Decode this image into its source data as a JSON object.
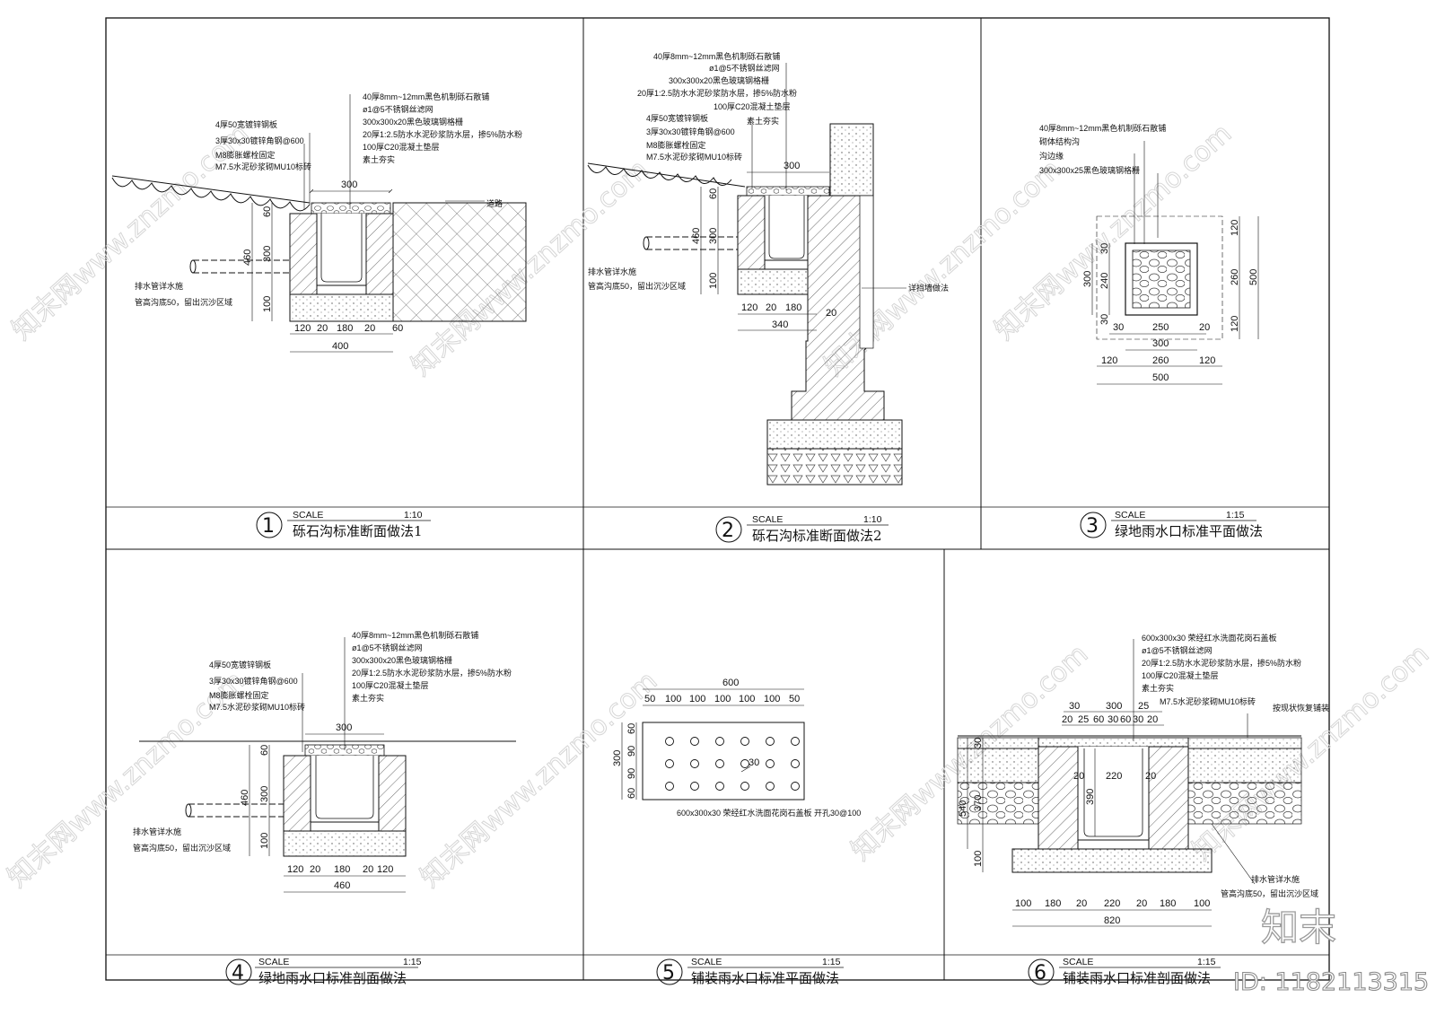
{
  "panels": [
    {
      "id": "1",
      "scale_label": "SCALE",
      "scale": "1:10",
      "title": "砾石沟标准断面做法1"
    },
    {
      "id": "2",
      "scale_label": "SCALE",
      "scale": "1:10",
      "title": "砾石沟标准断面做法2"
    },
    {
      "id": "3",
      "scale_label": "SCALE",
      "scale": "1:15",
      "title": "绿地雨水口标准平面做法"
    },
    {
      "id": "4",
      "scale_label": "SCALE",
      "scale": "1:15",
      "title": "绿地雨水口标准剖面做法"
    },
    {
      "id": "5",
      "scale_label": "SCALE",
      "scale": "1:15",
      "title": "铺装雨水口标准平面做法"
    },
    {
      "id": "6",
      "scale_label": "SCALE",
      "scale": "1:15",
      "title": "铺装雨水口标准剖面做法"
    }
  ],
  "p1": {
    "notes": [
      "40厚8mm~12mm黑色机制砾石散铺",
      "ø1@5不锈钢丝滤网",
      "300x300x20黑色玻璃钢格栅",
      "20厚1:2.5防水水泥砂浆防水层，掺5%防水粉",
      "100厚C20混凝土垫层",
      "素土夯实"
    ],
    "left_notes": [
      "4厚50宽镀锌钢板",
      "3厚30x30镀锌角钢@600",
      "M8膨胀螺栓固定",
      "M7.5水泥砂浆砌MU10标砖"
    ],
    "road": "道路",
    "drain": [
      "排水管详水施",
      "管高沟底50，留出沉沙区域"
    ],
    "dims": [
      "300",
      "60",
      "300",
      "460",
      "100",
      "120",
      "20",
      "180",
      "20",
      "400",
      "60"
    ]
  },
  "p2": {
    "notes": [
      "40厚8mm~12mm黑色机制砾石散铺",
      "ø1@5不锈钢丝滤网",
      "300x300x20黑色玻璃钢格栅",
      "20厚1:2.5防水水泥砂浆防水层，掺5%防水粉",
      "100厚C20混凝土垫层",
      "素土夯实"
    ],
    "left_notes": [
      "4厚50宽镀锌钢板",
      "3厚30x30镀锌角钢@600",
      "M8膨胀螺栓固定",
      "M7.5水泥砂浆砌MU10标砖"
    ],
    "wall": "详挡墙做法",
    "drain": [
      "排水管详水施",
      "管高沟底50，留出沉沙区域"
    ],
    "dims": [
      "300",
      "60",
      "300",
      "460",
      "100",
      "120",
      "20",
      "180",
      "340",
      "20"
    ]
  },
  "p3": {
    "notes": [
      "40厚8mm~12mm黑色机制砾石散铺",
      "砌体结构沟",
      "沟边缘",
      "300x300x25黑色玻璃钢格栅"
    ],
    "dims": [
      "30",
      "240",
      "30",
      "300",
      "120",
      "260",
      "120",
      "500",
      "30",
      "250",
      "20",
      "300",
      "120",
      "260",
      "120",
      "500"
    ]
  },
  "p4": {
    "notes": [
      "40厚8mm~12mm黑色机制砾石散铺",
      "ø1@5不锈钢丝滤网",
      "300x300x20黑色玻璃钢格栅",
      "20厚1:2.5防水水泥砂浆防水层，掺5%防水粉",
      "100厚C20混凝土垫层",
      "素土夯实"
    ],
    "left_notes": [
      "4厚50宽镀锌钢板",
      "3厚30x30镀锌角钢@600",
      "M8膨胀螺栓固定",
      "M7.5水泥砂浆砌MU10标砖"
    ],
    "drain": [
      "排水管详水施",
      "管高沟底50，留出沉沙区域"
    ],
    "dims": [
      "300",
      "60",
      "300",
      "460",
      "100",
      "120",
      "20",
      "180",
      "20",
      "120",
      "460"
    ]
  },
  "p5": {
    "top_total": "600",
    "top_dims": [
      "50",
      "100",
      "100",
      "100",
      "100",
      "100",
      "50"
    ],
    "left_total": "300",
    "left_dims": [
      "60",
      "90",
      "90",
      "60"
    ],
    "hole": "30",
    "note": "600x300x30  荣经红水洗面花岗石盖板  开孔30@100"
  },
  "p6": {
    "notes": [
      "600x300x30  荣经红水洗面花岗石盖板",
      "ø1@5不锈钢丝滤网",
      "20厚1:2.5防水水泥砂浆防水层，掺5%防水粉",
      "100厚C20混凝土垫层",
      "素土夯实",
      "M7.5水泥砂浆砌MU10标砖"
    ],
    "paving": "按现状恢复铺装",
    "drain": [
      "排水管详水施",
      "管高沟底50，留出沉沙区域"
    ],
    "top_dims": [
      "30",
      "300",
      "25",
      "20",
      "25",
      "60",
      "30",
      "60",
      "30",
      "20"
    ],
    "inner_dims": [
      "20",
      "220",
      "20",
      "390"
    ],
    "left_dims": [
      "30",
      "540",
      "370",
      "100"
    ],
    "bottom_dims": [
      "100",
      "180",
      "20",
      "220",
      "20",
      "180",
      "100",
      "820"
    ]
  },
  "watermark": "知末网www.znzmo.com",
  "logo": "知末",
  "image_id": "ID: 1182113315"
}
